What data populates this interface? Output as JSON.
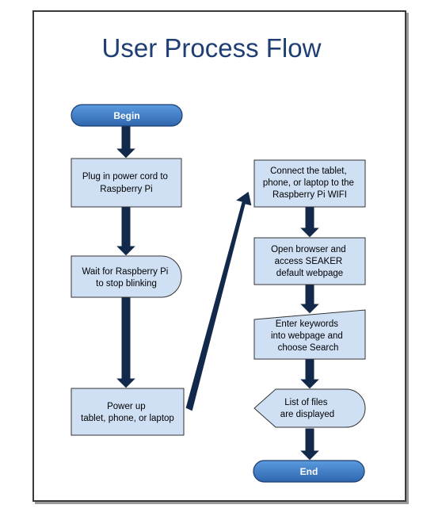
{
  "title": "User Process Flow",
  "nodes": {
    "begin": [
      "Begin"
    ],
    "plug": [
      "Plug in power cord to",
      "Raspberry Pi"
    ],
    "wait": [
      "Wait for Raspberry Pi",
      "to stop blinking"
    ],
    "power": [
      "Power up",
      "tablet, phone, or laptop"
    ],
    "connect": [
      "Connect the tablet,",
      "phone, or laptop to the",
      "Raspberry Pi WIFI"
    ],
    "browser": [
      "Open browser and",
      "access SEAKER",
      "default webpage"
    ],
    "keywords": [
      "Enter keywords",
      "into webpage and",
      "choose Search"
    ],
    "files": [
      "List of files",
      "are displayed"
    ],
    "end": [
      "End"
    ]
  },
  "colors": {
    "terminator": "#3e7dc8",
    "process": "#cfe0f5",
    "arrow": "#13294b",
    "title": "#1f3e73"
  }
}
